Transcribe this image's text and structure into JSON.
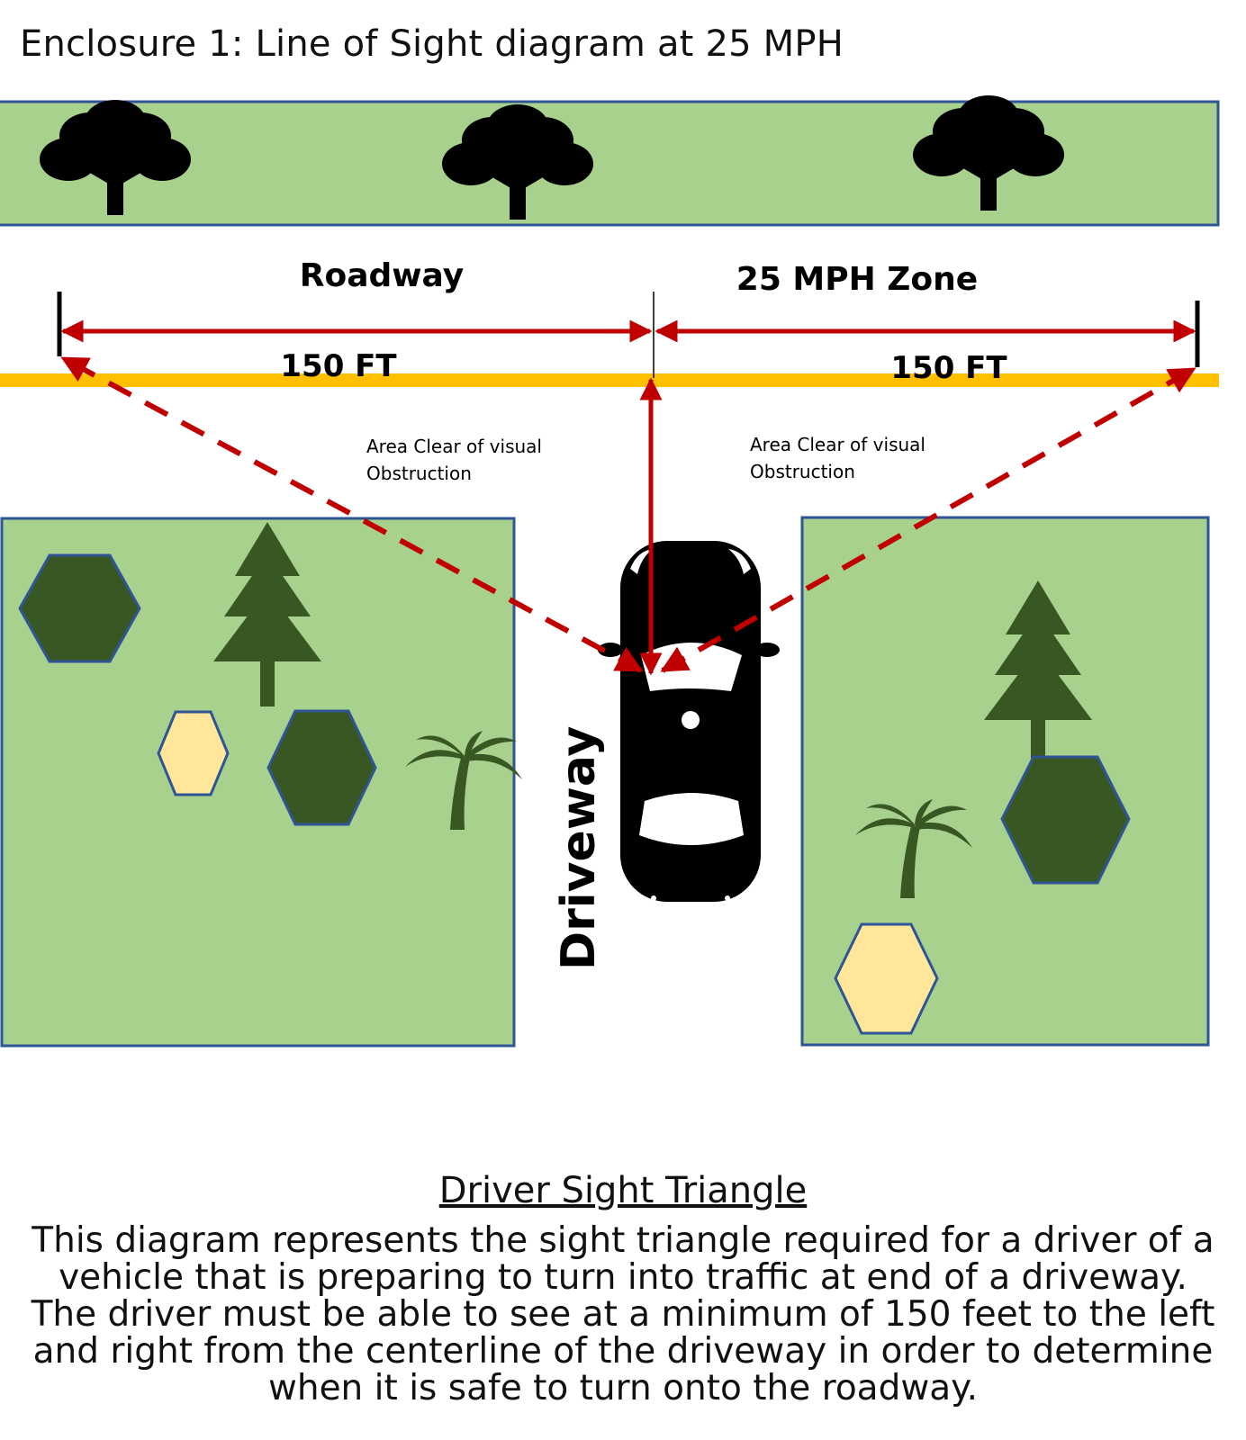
{
  "title": "Enclosure 1: Line of Sight diagram at 25 MPH",
  "labels": {
    "roadway": "Roadway",
    "zone": "25 MPH Zone",
    "left_distance": "150 FT",
    "right_distance": "150 FT",
    "clear_area_left": [
      "Area Clear of visual",
      "Obstruction"
    ],
    "clear_area_right": [
      "Area Clear of visual",
      "Obstruction"
    ],
    "driveway": "Driveway"
  },
  "caption": {
    "heading": "Driver Sight Triangle",
    "lines": [
      "This diagram represents the sight triangle required for a driver of a",
      "vehicle that is preparing to turn into traffic at end of a driveway.",
      "The driver must be able to see at a minimum of 150 feet to the left",
      "and right from the centerline of the driveway in order to determine",
      "when it is safe to turn onto the roadway."
    ]
  },
  "colors": {
    "grass": "#a9d18e",
    "border": "#2f5597",
    "road_line": "#ffc000",
    "arrow": "#c00000",
    "shrub_dark": "#385723",
    "shrub_light": "#ffe699",
    "car": "#000000"
  },
  "icons": [
    "oak-tree-icon",
    "pine-tree-icon",
    "palm-tree-icon",
    "car-icon",
    "hexagon-shrub-icon"
  ]
}
